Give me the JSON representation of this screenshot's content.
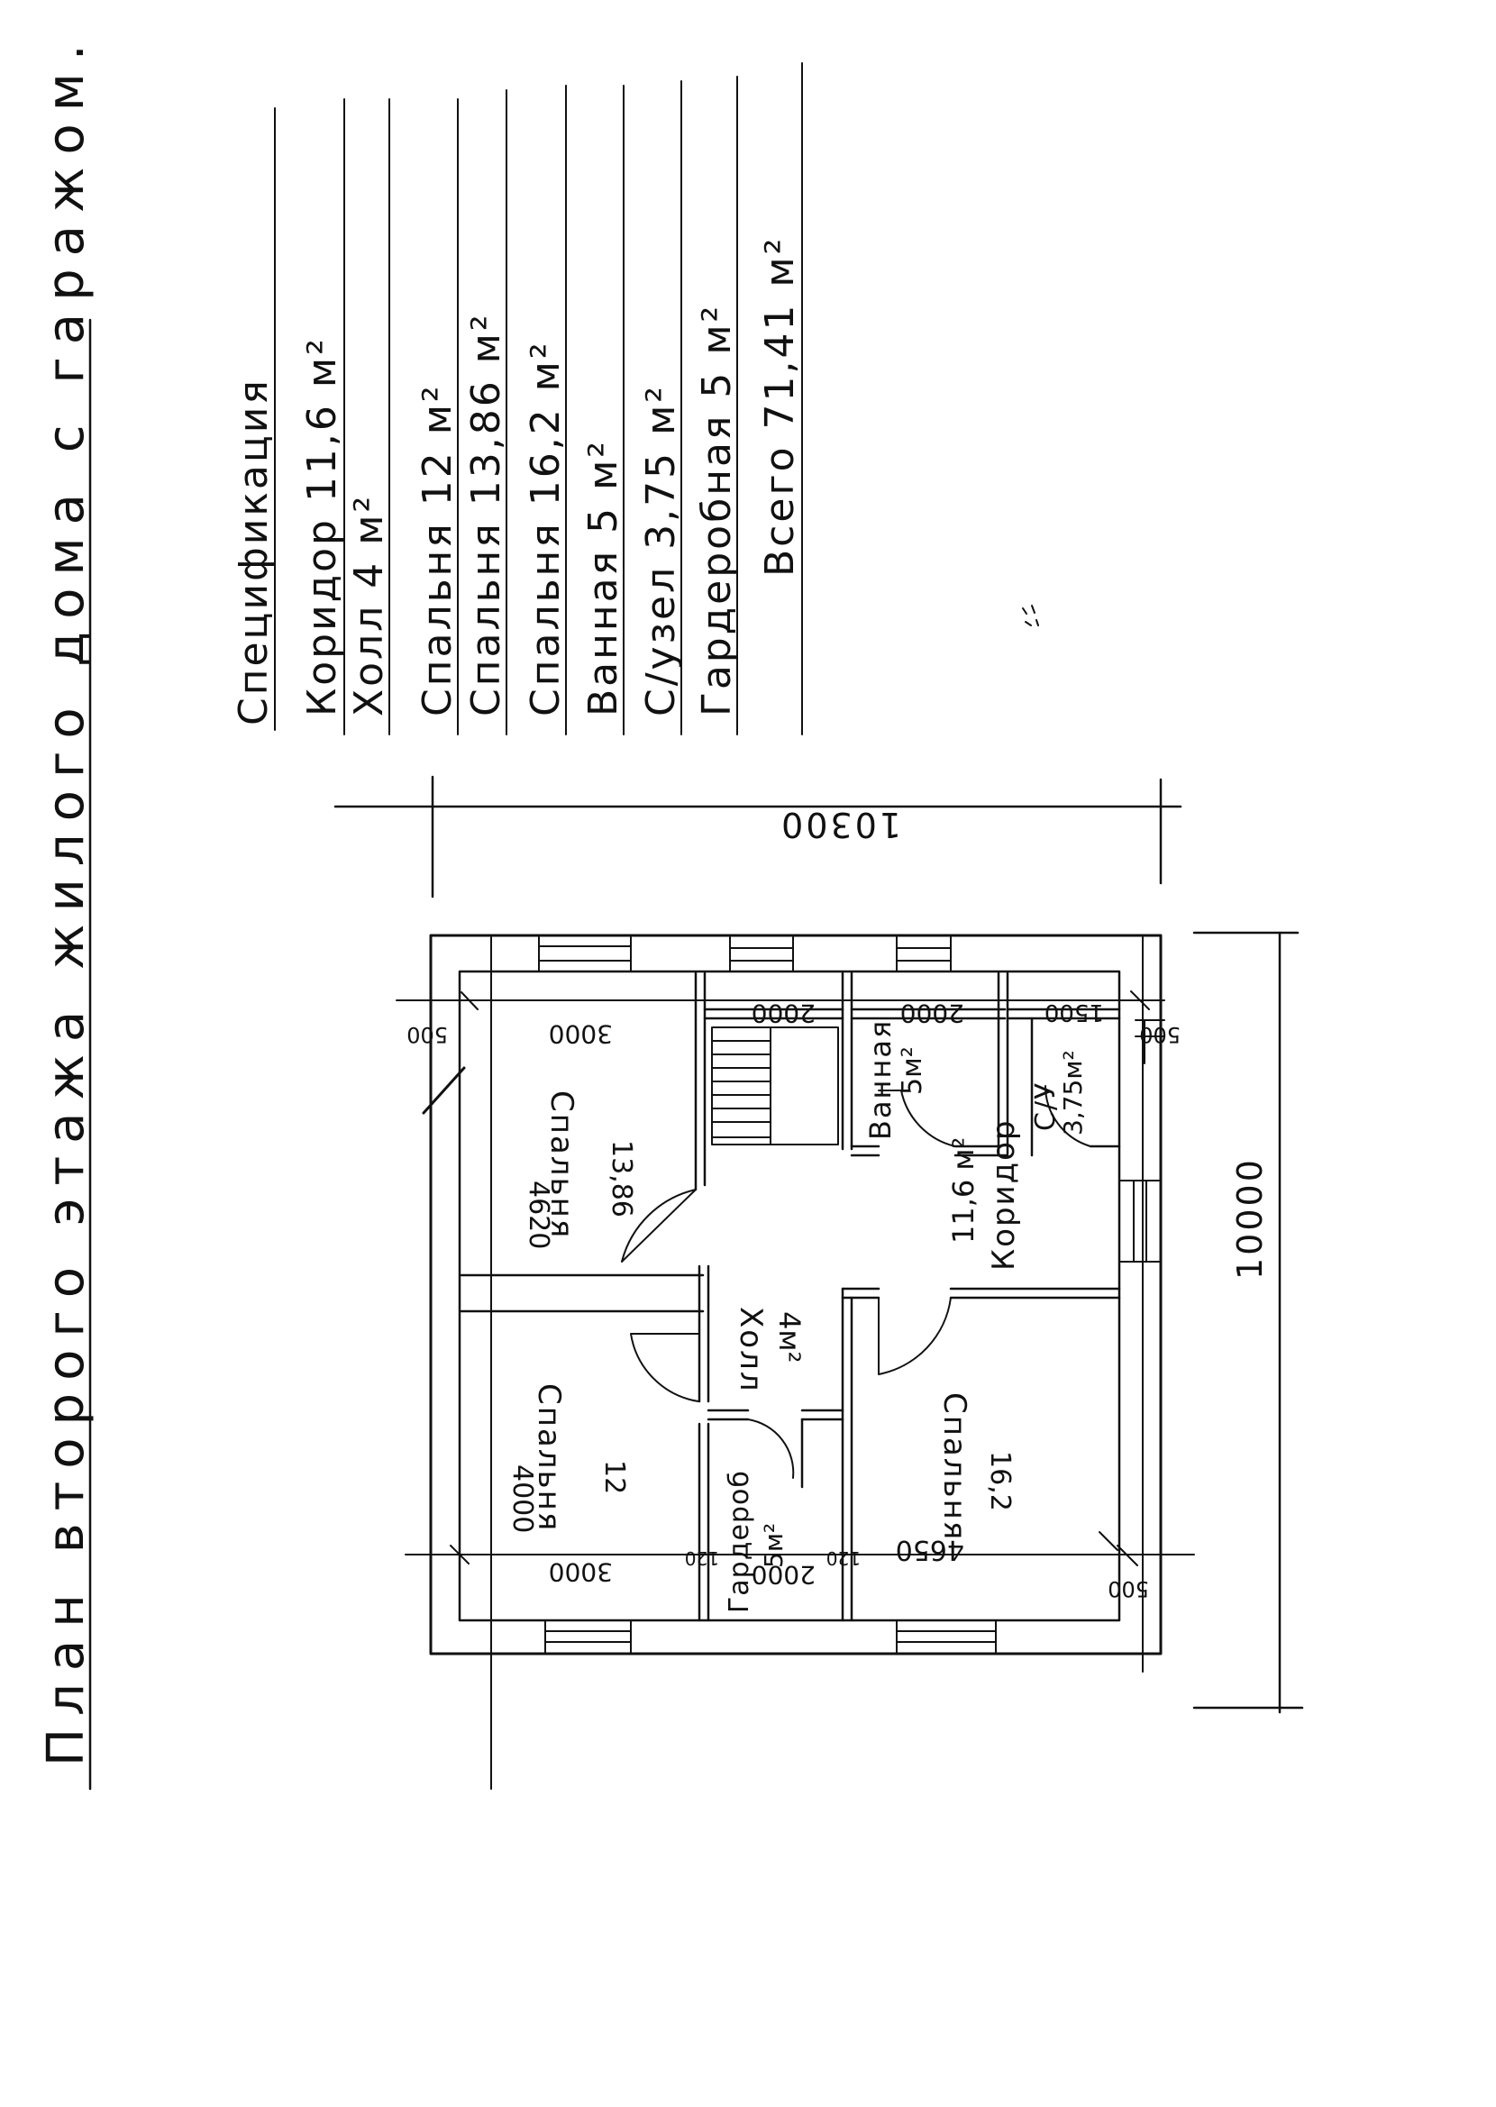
{
  "page": {
    "title": "План второго этажа жилого дома с гаражом."
  },
  "spec": {
    "heading": "Спецификация",
    "rows": [
      "Коридор  11,6 м²",
      "Холл  4 м²",
      "Спальня  12 м²",
      "Спальня  13,86 м²",
      "Спальня  16,2 м²",
      "Ванная  5 м²",
      "С/узел  3,75 м²",
      "Гардеробная  5 м²"
    ],
    "total": "Всего  71,41 м²"
  },
  "rooms": {
    "bedroom_top": {
      "name": "Спальня",
      "area": "13,86",
      "dim": "4620"
    },
    "bedroom_left": {
      "name": "Спальня",
      "area": "12",
      "dim": "4000"
    },
    "bedroom_right": {
      "name": "Спальня",
      "area": "16,2",
      "dim": "4650"
    },
    "hall": {
      "name": "Холл",
      "area": "4м²"
    },
    "corridor": {
      "name": "Коридор",
      "area": "11,6 м²"
    },
    "bathroom": {
      "name": "Ванная",
      "area": "5м²"
    },
    "wc": {
      "name": "С/У",
      "area": "3,75м²"
    },
    "wardrobe": {
      "name": "Гардероб",
      "area": "5м²"
    }
  },
  "dims": {
    "overall_long": "10300",
    "overall_short": "10000",
    "d3000_top": "3000",
    "d3000_bottom": "3000",
    "d2000_a": "2000",
    "d2000_b": "2000",
    "d2000_c": "2000",
    "d1500": "1500",
    "d500_a": "500",
    "d500_b": "500",
    "d500_c": "500",
    "d120_a": "120",
    "d120_b": "120"
  }
}
